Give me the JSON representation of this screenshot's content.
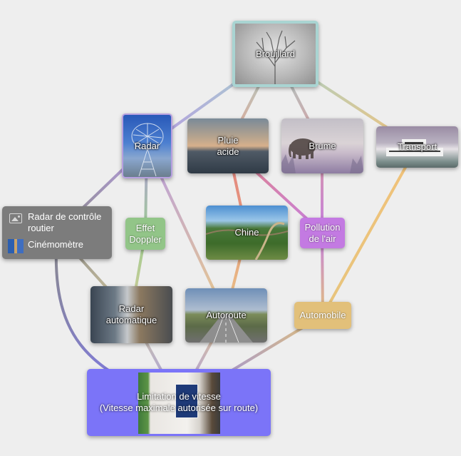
{
  "nodes": {
    "brouillard": "Brouillard",
    "radar": "Radar",
    "pluie_acide": "Pluie\nacide",
    "brume": "Brume",
    "transport": "Transport",
    "radar_controle": {
      "title": "Radar de contrôle routier",
      "subitem": "Cinémomètre",
      "title_icon": "image-placeholder-icon",
      "subitem_icon": "cinemometre-thumbnail-icon"
    },
    "effet_doppler": "Effet\nDoppler",
    "chine": "Chine",
    "pollution": "Pollution\nde l'air",
    "radar_automatique": "Radar\nautomatique",
    "autoroute": "Autoroute",
    "automobile": "Automobile",
    "limitation": "Limitation de vitesse\n(Vitesse maximale autorisée sur route)"
  },
  "edges": [
    {
      "from": "brouillard",
      "to": "radar",
      "colors": [
        "#a7d1cc",
        "#b79de2"
      ]
    },
    {
      "from": "brouillard",
      "to": "pluie_acide",
      "colors": [
        "#a7d1cc",
        "#e6a390"
      ]
    },
    {
      "from": "brouillard",
      "to": "brume",
      "colors": [
        "#a7d1cc",
        "#d99a9f"
      ]
    },
    {
      "from": "brouillard",
      "to": "transport",
      "colors": [
        "#a7d1cc",
        "#f1c27a"
      ]
    },
    {
      "from": "radar",
      "to": "radar_controle",
      "colors": [
        "#b79de2",
        "#8a8a8a"
      ]
    },
    {
      "from": "radar",
      "to": "effet_doppler",
      "colors": [
        "#b79de2",
        "#9bcb8f"
      ]
    },
    {
      "from": "radar",
      "to": "autoroute",
      "colors": [
        "#b79de2",
        "#e9c98b"
      ]
    },
    {
      "from": "pluie_acide",
      "to": "chine",
      "colors": [
        "#e38383",
        "#e69a7a"
      ]
    },
    {
      "from": "pluie_acide",
      "to": "pollution",
      "colors": [
        "#e38383",
        "#c57fe0"
      ]
    },
    {
      "from": "brume",
      "to": "pollution",
      "colors": [
        "#d89aa3",
        "#c57fe0"
      ]
    },
    {
      "from": "chine",
      "to": "autoroute",
      "colors": [
        "#e69a7a",
        "#e9c98b"
      ]
    },
    {
      "from": "pollution",
      "to": "automobile",
      "colors": [
        "#c57fe0",
        "#e2c07a"
      ]
    },
    {
      "from": "transport",
      "to": "automobile",
      "colors": [
        "#f1c27a",
        "#e7c47c"
      ]
    },
    {
      "from": "effet_doppler",
      "to": "radar_automatique",
      "colors": [
        "#9bcb8f",
        "#d7cc9a"
      ]
    },
    {
      "from": "radar_controle",
      "to": "radar_automatique",
      "colors": [
        "#8a8a8a",
        "#d8cca0"
      ]
    },
    {
      "from": "radar_controle",
      "to": "limitation",
      "colors": [
        "#8a8a8a",
        "#7b74f8"
      ]
    },
    {
      "from": "radar_automatique",
      "to": "limitation",
      "colors": [
        "#d7cc9a",
        "#9f98ee"
      ]
    },
    {
      "from": "autoroute",
      "to": "limitation",
      "colors": [
        "#e9c98b",
        "#9f98ee"
      ]
    },
    {
      "from": "automobile",
      "to": "limitation",
      "colors": [
        "#e2c07a",
        "#8f89ef"
      ]
    }
  ]
}
